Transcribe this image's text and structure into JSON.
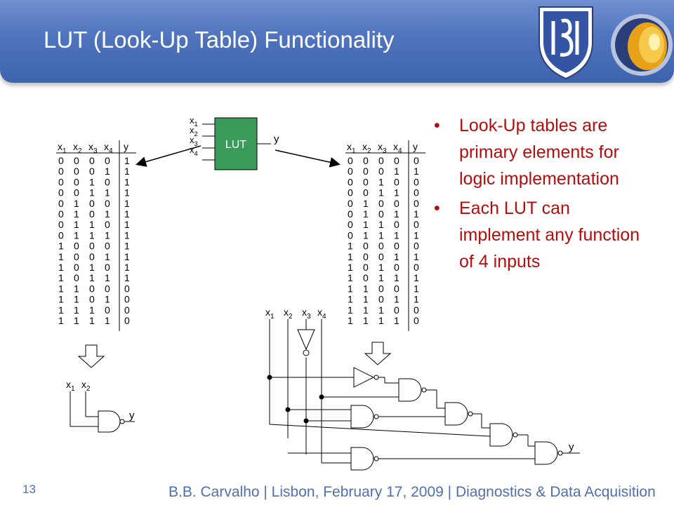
{
  "slide": {
    "title": "LUT (Look-Up Table) Functionality",
    "page_number": "13",
    "footer": "B.B. Carvalho | Lisbon, February 17, 2009 | Diagnostics & Data Acquisition"
  },
  "bullets": [
    "Look-Up tables are primary elements for logic implementation",
    "Each LUT can implement any function of 4 inputs"
  ],
  "lut": {
    "label": "LUT",
    "inputs": [
      "x1",
      "x2",
      "x3",
      "x4"
    ],
    "output": "y",
    "fill": "#3a9a5a"
  },
  "truth_table_left": {
    "headers": [
      "x1",
      "x2",
      "x3",
      "x4",
      "y"
    ],
    "y": [
      1,
      1,
      1,
      1,
      1,
      1,
      1,
      1,
      1,
      1,
      1,
      1,
      0,
      0,
      0,
      0
    ]
  },
  "truth_table_right": {
    "headers": [
      "x1",
      "x2",
      "x3",
      "x4",
      "y"
    ],
    "y": [
      0,
      1,
      0,
      0,
      0,
      1,
      0,
      1,
      0,
      1,
      0,
      1,
      1,
      1,
      0,
      0
    ]
  },
  "nand_circuit": {
    "inputs": [
      "x1",
      "x2"
    ],
    "output": "y"
  },
  "logic_circuit": {
    "inputs": [
      "x1",
      "x2",
      "x3",
      "x4"
    ],
    "output": "y"
  },
  "colors": {
    "header_blue": "#4f74bd",
    "bullet_red": "#b30d0d",
    "footer_blue": "#4f6fae"
  }
}
